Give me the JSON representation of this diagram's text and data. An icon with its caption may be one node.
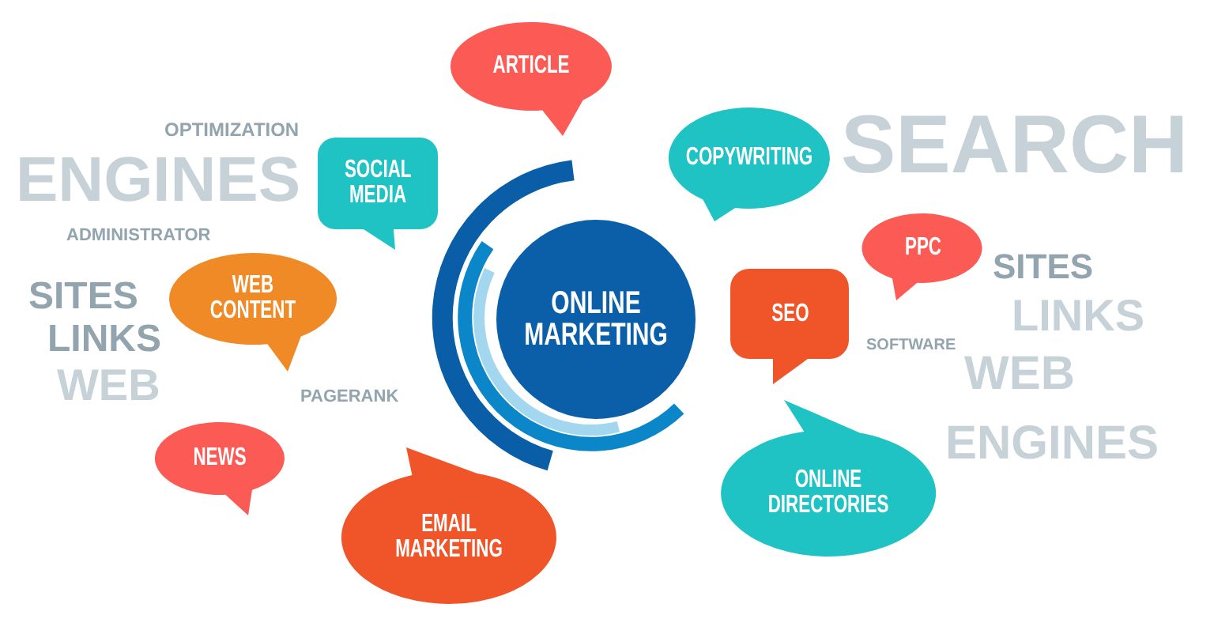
{
  "diagram": {
    "nodes": [
      {
        "text": [
          "ARTICLE"
        ]
      },
      {
        "text": [
          "COPYWRITING"
        ]
      },
      {
        "text": [
          "SOCIAL MEDIA"
        ]
      },
      {
        "text": [
          "PPC"
        ]
      },
      {
        "text": [
          "ONLINE MARKETING"
        ]
      },
      {
        "text": [
          "WEB CONTENT"
        ]
      },
      {
        "text": [
          "SEO"
        ]
      },
      {
        "text": [
          "ONLINE DIRECTORIES"
        ]
      },
      {
        "text": [
          "NEWS"
        ]
      },
      {
        "text": [
          "EMAIL MARKETING"
        ]
      }
    ],
    "labels": [
      "SEARCH",
      "OPTIMIZATION",
      "ENGINES",
      "ADMINISTRATOR",
      "SITES",
      "SITES",
      "LINKS",
      "LINKS",
      "SOFTWARE",
      "WEB",
      "WEB",
      "PAGERANK",
      "ENGINES"
    ]
  }
}
